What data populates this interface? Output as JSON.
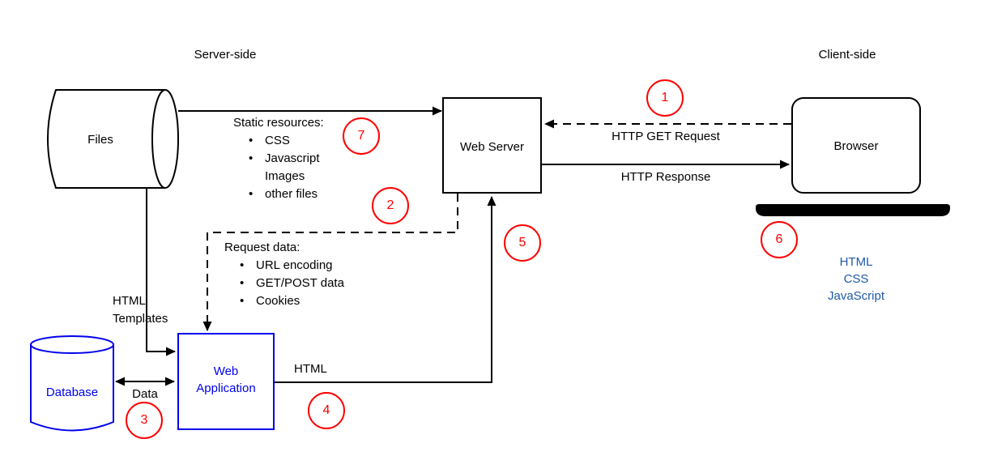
{
  "sections": {
    "server_side": "Server-side",
    "client_side": "Client-side"
  },
  "nodes": {
    "files": "Files",
    "web_server": "Web Server",
    "browser": "Browser",
    "database": "Database",
    "web_application": "Web\nApplication",
    "client_output": "HTML\nCSS\nJavaScript"
  },
  "edges": {
    "http_get_request": "HTTP GET Request",
    "http_response": "HTTP Response",
    "html_templates": "HTML\nTemplates",
    "data": "Data",
    "html": "HTML"
  },
  "lists": {
    "static_resources": {
      "title": "Static resources:",
      "items": [
        {
          "bullet": "•",
          "text": "CSS"
        },
        {
          "bullet": "•",
          "text": "Javascript"
        },
        {
          "bullet": "",
          "text": "Images"
        },
        {
          "bullet": "•",
          "text": "other files"
        }
      ]
    },
    "request_data": {
      "title": "Request data:",
      "items": [
        {
          "bullet": "•",
          "text": "URL encoding"
        },
        {
          "bullet": "•",
          "text": "GET/POST data"
        },
        {
          "bullet": "•",
          "text": "Cookies"
        }
      ]
    }
  },
  "markers": [
    "1",
    "2",
    "3",
    "4",
    "5",
    "6",
    "7"
  ],
  "colors": {
    "line_black": "#000000",
    "shape_blue": "#0000ee",
    "marker_red": "#ff0000",
    "client_text_blue": "#1f5aa8",
    "background": "#ffffff"
  }
}
